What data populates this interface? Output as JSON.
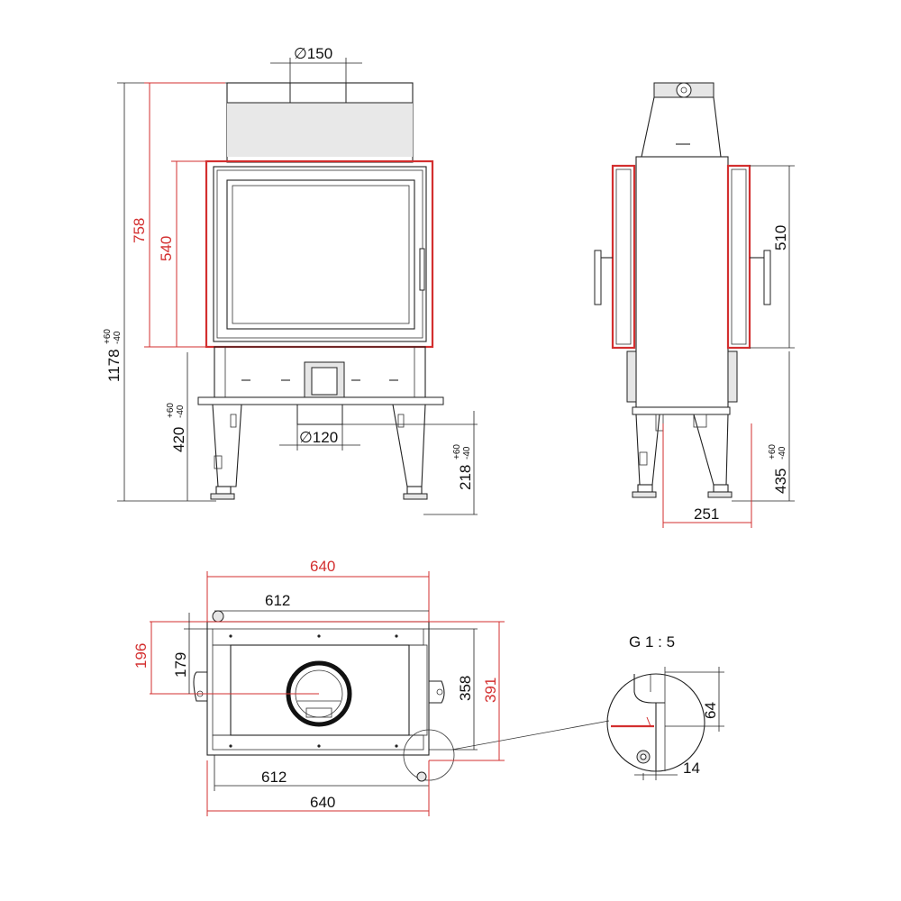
{
  "colors": {
    "line": "#222222",
    "accent_red": "#d32f2f"
  },
  "front_view": {
    "flue_top_diameter": "∅150",
    "flue_bottom_diameter": "∅120",
    "overall_height": "1178",
    "overall_height_tol_plus": "+60",
    "overall_height_tol_minus": "-40",
    "frame_height": "758",
    "glass_height": "540",
    "base_height": "420",
    "base_height_tol_plus": "+60",
    "base_height_tol_minus": "-40",
    "inlet_height": "218",
    "inlet_height_tol_plus": "+60",
    "inlet_height_tol_minus": "-40"
  },
  "side_view": {
    "frame_height": "510",
    "base_height": "435",
    "base_height_tol_plus": "+60",
    "base_height_tol_minus": "-40",
    "inlet_offset": "251"
  },
  "top_view": {
    "outer_width_top": "640",
    "inner_width_top": "612",
    "inner_width_bottom": "612",
    "outer_width_bottom": "640",
    "outer_depth_left": "196",
    "inner_depth_left": "179",
    "inner_depth_right": "358",
    "outer_depth_right": "391"
  },
  "detail": {
    "scale_label": "G 1 : 5",
    "vertical": "64",
    "horizontal": "14"
  }
}
